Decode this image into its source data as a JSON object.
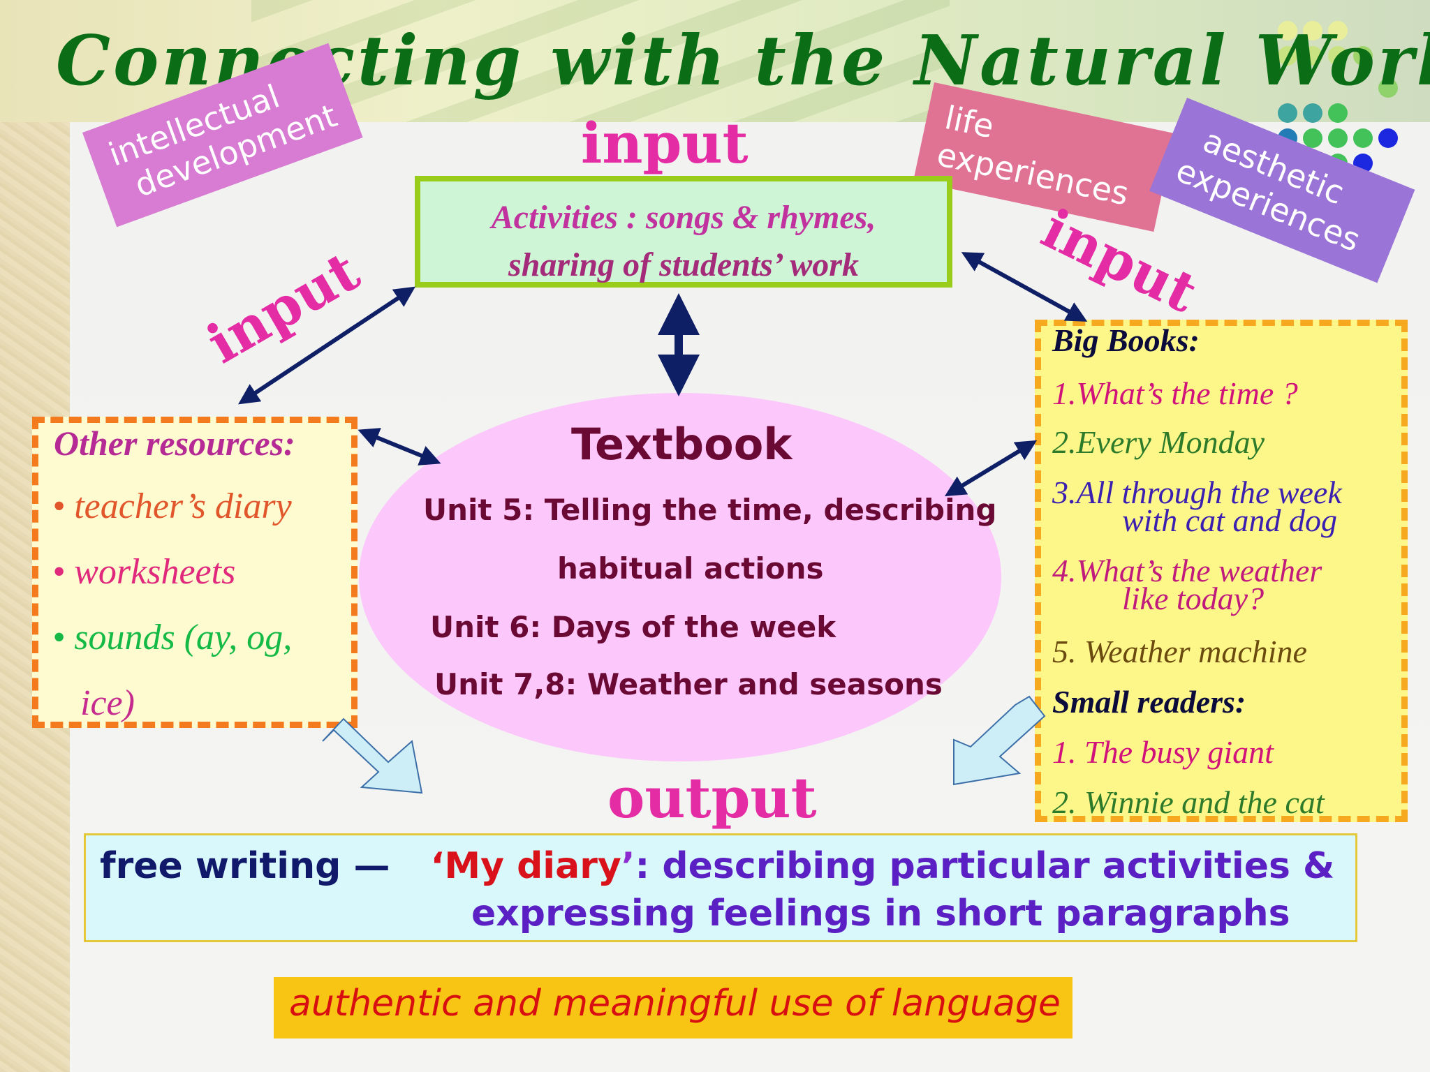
{
  "title": "Connecting with the Natural World",
  "tags": {
    "intellectual": [
      "intellectual",
      "development"
    ],
    "life": [
      "life",
      "experiences"
    ],
    "aesthetic": [
      "aesthetic",
      "experiences"
    ]
  },
  "labels": {
    "input_top": "input",
    "input_left": "input",
    "input_right": "input",
    "output": "output"
  },
  "activities": {
    "line1": "Activities : songs & rhymes,",
    "line2": "sharing of students’ work"
  },
  "other_resources": {
    "heading": "Other resources:",
    "items": [
      {
        "bullet": "•",
        "text": "teacher’s  diary",
        "color": "#e1562a"
      },
      {
        "bullet": "•",
        "text": "worksheets",
        "color": "#e0287c"
      },
      {
        "bullet": "•",
        "text": "sounds (ay, og,",
        "color": "#14b946"
      },
      {
        "bullet": "",
        "text": "ice)",
        "color": "#c72a8f"
      }
    ]
  },
  "textbook": {
    "title": "Textbook",
    "lines": [
      "Unit 5: Telling the time, describing",
      "habitual actions",
      "Unit 6: Days of the week",
      "Unit 7,8: Weather and seasons"
    ]
  },
  "big_books": {
    "heading": "Big Books:",
    "items": [
      "1.What’s the time ?",
      "2.Every Monday",
      "3.All through the week",
      "with cat and dog",
      "4.What’s the weather",
      "like today?",
      "5. Weather machine"
    ],
    "small_heading": "Small readers:",
    "small_items": [
      "1. The busy giant",
      "2. Winnie and the cat"
    ]
  },
  "output_box": {
    "part1": "free writing —",
    "part2a": "‘My",
    "part2b": "diary",
    "part2c": "’",
    "part3": ": describing particular activities &",
    "line2": "expressing feelings in short paragraphs"
  },
  "footer": "authentic and meaningful use of language",
  "colors": {
    "title": "#0b6e16",
    "label_pink": "#e42ca4",
    "tag_intellectual": "#d77bd3",
    "tag_life": "#e07394",
    "tag_aesthetic": "#9a74d6",
    "arrow": "#0f1f66",
    "ellipse": "#fcc7fb"
  }
}
